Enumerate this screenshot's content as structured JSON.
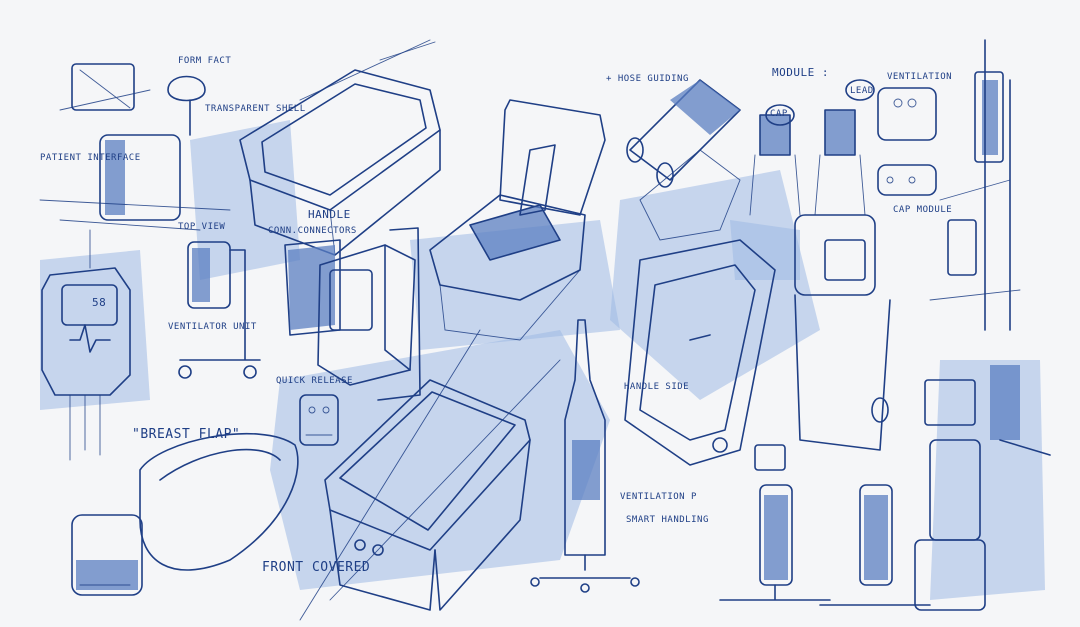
{
  "colors": {
    "ink": "#1f3f86",
    "wash": "#9fb9e3",
    "wash_dark": "#5b7fc2",
    "paper": "#f5f6f8"
  },
  "labels": {
    "form_fact": "FORM FACT",
    "transparent_shell": "TRANSPARENT SHELL",
    "patient_interface": "PATIENT INTERFACE",
    "hose_guiding": "+ HOSE GUIDING",
    "module": "MODULE :",
    "ventilation": "VENTILATION",
    "cap_module": "CAP MODULE",
    "cap": "CAP",
    "lead": "LEAD",
    "handle": "HANDLE",
    "connectors": "CONN.CONNECTORS",
    "top_view": "TOP VIEW",
    "ventilator_unit": "VENTILATOR UNIT",
    "quick_release": "QUICK RELEASE",
    "breast_flap": "\"BREAST FLAP\"",
    "front_covered": "FRONT COVERED",
    "handle_side": "HANDLE SIDE",
    "ventilation_p": "VENTILATION P",
    "smart_handling": "SMART HANDLING",
    "display_value": "58"
  }
}
